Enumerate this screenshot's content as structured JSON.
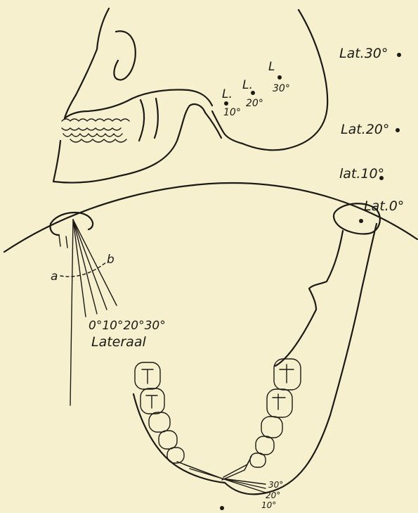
{
  "figure": {
    "skull": {
      "points": [
        {
          "letter": "L.",
          "deg": "10°"
        },
        {
          "letter": "L.",
          "deg": "20°"
        },
        {
          "letter": "L",
          "deg": "30°"
        }
      ]
    },
    "side_labels": [
      "Lat.30°",
      "Lat.20°",
      "lat.10°",
      "Lat.0°"
    ],
    "left_detail": {
      "a": "a",
      "b": "b",
      "angles": "0°10°20°30°",
      "caption": "Lateraal"
    },
    "incisal_angles": [
      "30°",
      "20°",
      "10°"
    ]
  }
}
